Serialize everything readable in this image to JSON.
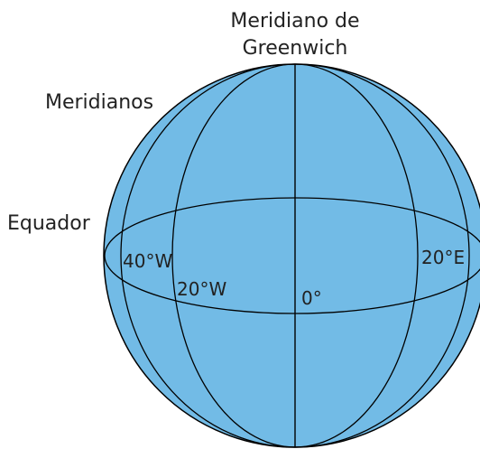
{
  "title_line1": "Meridiano de",
  "title_line2": "Greenwich",
  "labels": {
    "meridianos": "Meridianos",
    "equador": "Equador",
    "w40": "40°W",
    "w20": "20°W",
    "zero": "0°",
    "e20": "20°E"
  },
  "colors": {
    "globe_fill": "#72BBE6",
    "line": "#000000",
    "text": "#222222"
  }
}
